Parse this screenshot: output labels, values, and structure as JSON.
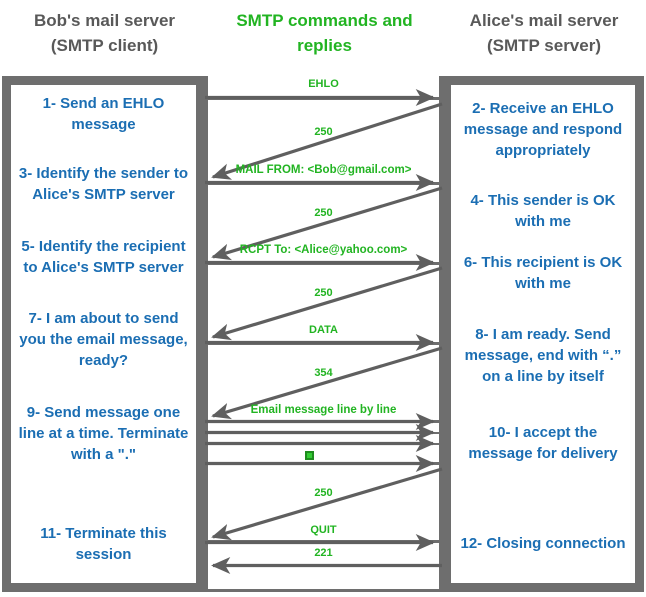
{
  "headers": {
    "left": "Bob's mail server\n(SMTP client)",
    "left_line1": "Bob's mail server",
    "left_line2": "(SMTP client)",
    "middle_line1": "SMTP commands and",
    "middle_line2": "replies",
    "right_line1": "Alice's mail server",
    "right_line2": "(SMTP server)"
  },
  "colors": {
    "green": "#22B422",
    "blue": "#1B6EB3",
    "gray_panel": "#6E6E6E",
    "arrow_gray": "#5F5F5F",
    "header_gray": "#595959",
    "marker_green": "#33CC33"
  },
  "client_steps": [
    {
      "id": 1,
      "text": "1- Send an EHLO message"
    },
    {
      "id": 3,
      "text": "3- Identify the sender to Alice's SMTP server"
    },
    {
      "id": 5,
      "text": "5- Identify the recipient to Alice's SMTP server"
    },
    {
      "id": 7,
      "text": "7- I am about to send you the email message, ready?"
    },
    {
      "id": 9,
      "text": "9- Send message one line at a time. Terminate with a \".\""
    },
    {
      "id": 11,
      "text": "11- Terminate this session"
    }
  ],
  "server_steps": [
    {
      "id": 2,
      "text": "2- Receive an EHLO message and respond appropriately"
    },
    {
      "id": 4,
      "text": "4- This sender is OK with me"
    },
    {
      "id": 6,
      "text": "6- This recipient is OK with me"
    },
    {
      "id": 8,
      "text": "8-  I am ready. Send message, end with “.” on a line by itself"
    },
    {
      "id": 10,
      "text": "10-  I accept the message for delivery"
    },
    {
      "id": 12,
      "text": "12-  Closing connection"
    }
  ],
  "messages": [
    {
      "seq": 1,
      "label": "EHLO",
      "direction": "client-to-server"
    },
    {
      "seq": 2,
      "label": "250",
      "direction": "server-to-client"
    },
    {
      "seq": 3,
      "label": "MAIL FROM: <Bob@gmail.com>",
      "direction": "client-to-server"
    },
    {
      "seq": 4,
      "label": "250",
      "direction": "server-to-client"
    },
    {
      "seq": 5,
      "label": "RCPT To: <Alice@yahoo.com>",
      "direction": "client-to-server"
    },
    {
      "seq": 6,
      "label": "250",
      "direction": "server-to-client"
    },
    {
      "seq": 7,
      "label": "DATA",
      "direction": "client-to-server"
    },
    {
      "seq": 8,
      "label": "354",
      "direction": "server-to-client"
    },
    {
      "seq": 9,
      "label": "Email message line by line",
      "direction": "client-to-server"
    },
    {
      "seq": 10,
      "label": "",
      "direction": "client-to-server"
    },
    {
      "seq": 11,
      "label": "",
      "direction": "client-to-server"
    },
    {
      "seq": 12,
      "label": "",
      "direction": "client-to-server"
    },
    {
      "seq": 13,
      "label": "250",
      "direction": "server-to-client"
    },
    {
      "seq": 14,
      "label": "QUIT",
      "direction": "client-to-server"
    },
    {
      "seq": 15,
      "label": "221",
      "direction": "server-to-client"
    }
  ],
  "terminator_marker": {
    "name": "end-of-message-dot",
    "description": "green square marking the \".\" terminator line"
  }
}
